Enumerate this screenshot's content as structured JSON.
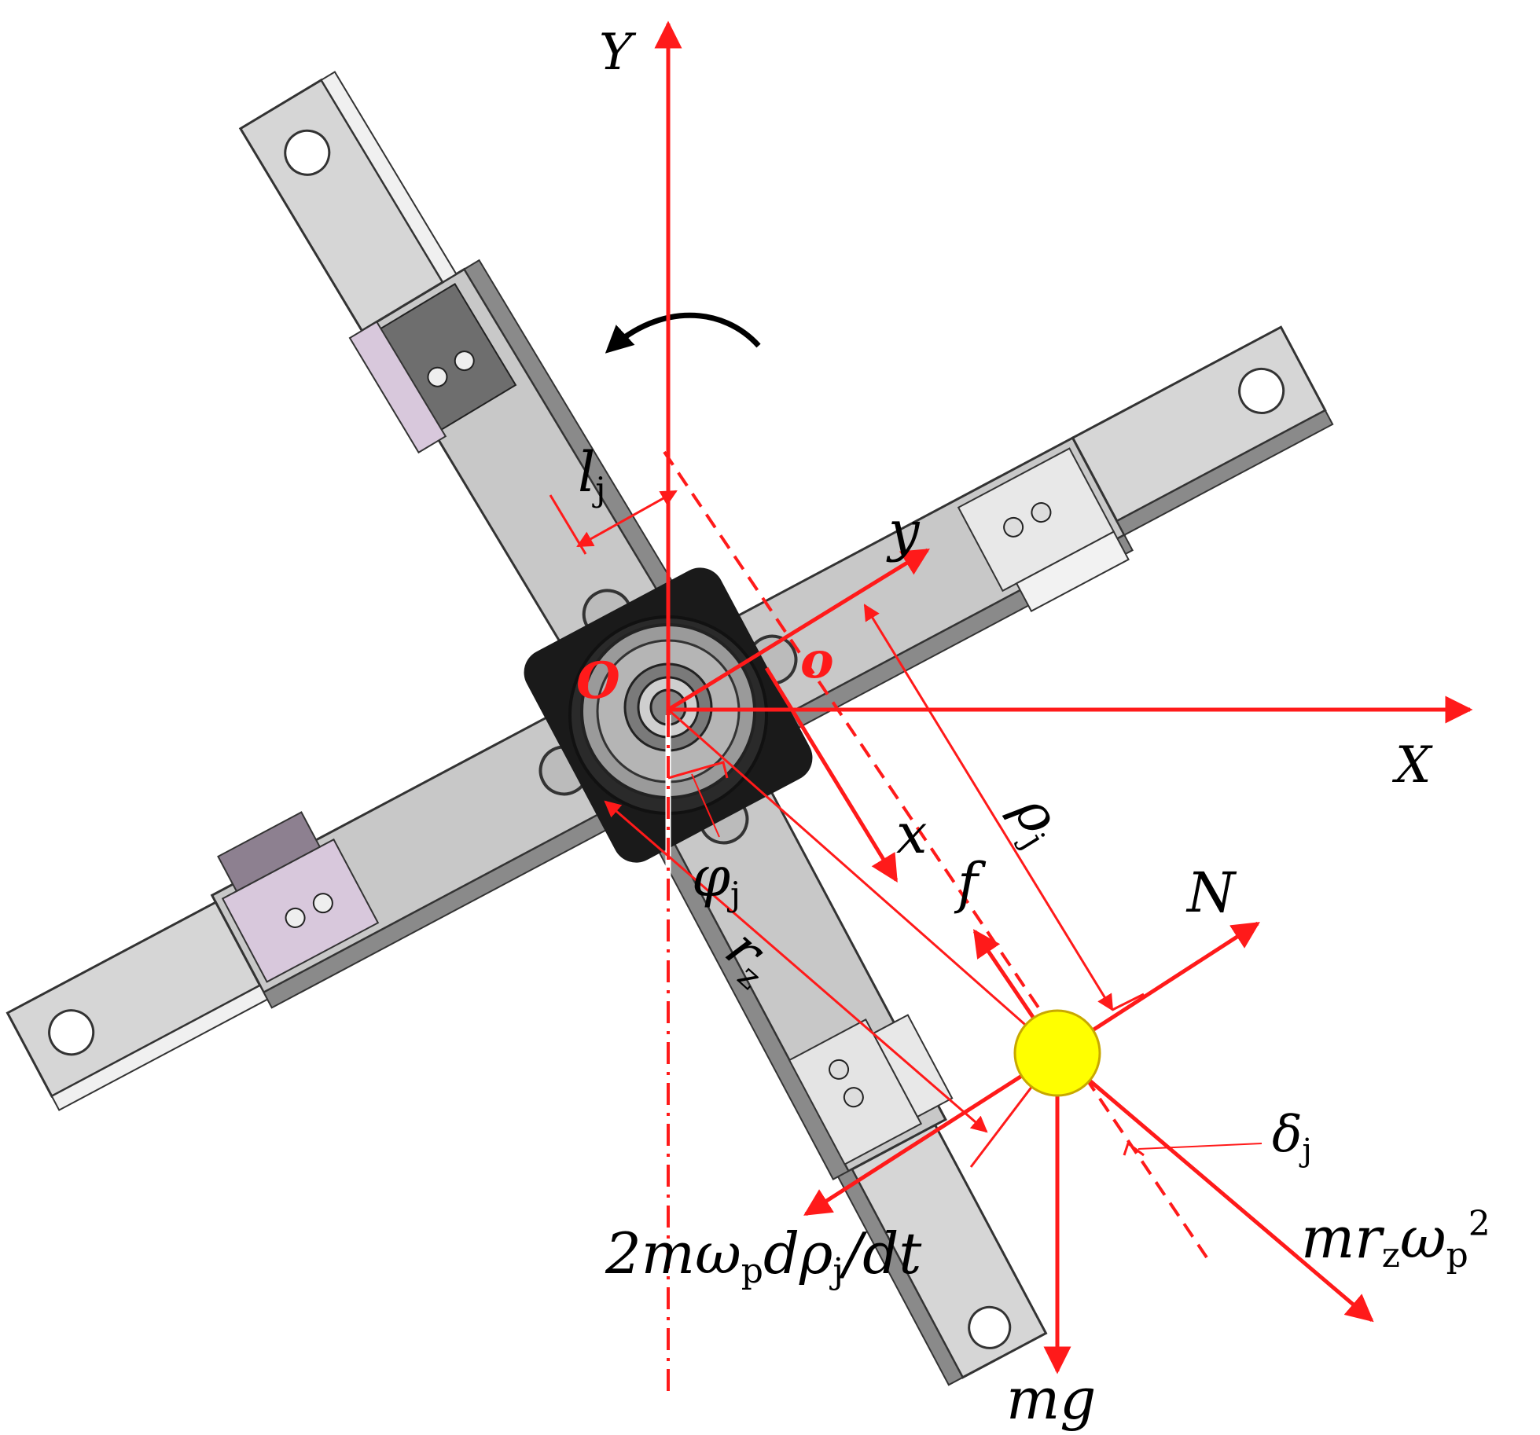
{
  "colors": {
    "force_red": "#ff1a1a",
    "part_light": "#d9d9d9",
    "part_mid": "#a6a6a6",
    "part_dark": "#6e6e6e",
    "hub_black": "#1a1a1a",
    "ball_yellow": "#ffff00",
    "arrow_black": "#000000",
    "plate_lilac": "#d8c8dc"
  },
  "labels": {
    "Y_axis": "Y",
    "X_axis": "X",
    "O_origin": "O",
    "o_origin": "o",
    "y_axis": "y",
    "x_axis": "x",
    "l_main": "l",
    "l_sub": "j",
    "rho_main": "ρ",
    "rho_sub": "j",
    "phi_main": "φ",
    "phi_sub": "j",
    "r_main": "r",
    "r_sub": "z",
    "f": "f",
    "N": "N",
    "delta_main": "δ",
    "delta_sub": "j",
    "coriolis_a": "2mω",
    "coriolis_sub": "p",
    "coriolis_b": "dρ",
    "coriolis_sub2": "j",
    "coriolis_c": "/dt",
    "centr_a": "mr",
    "centr_sub": "z",
    "centr_b": "ω",
    "centr_sub2": "p",
    "centr_sup": "2",
    "mg": "mg"
  },
  "icons": {
    "rotation": "rotation-arrow-icon"
  }
}
